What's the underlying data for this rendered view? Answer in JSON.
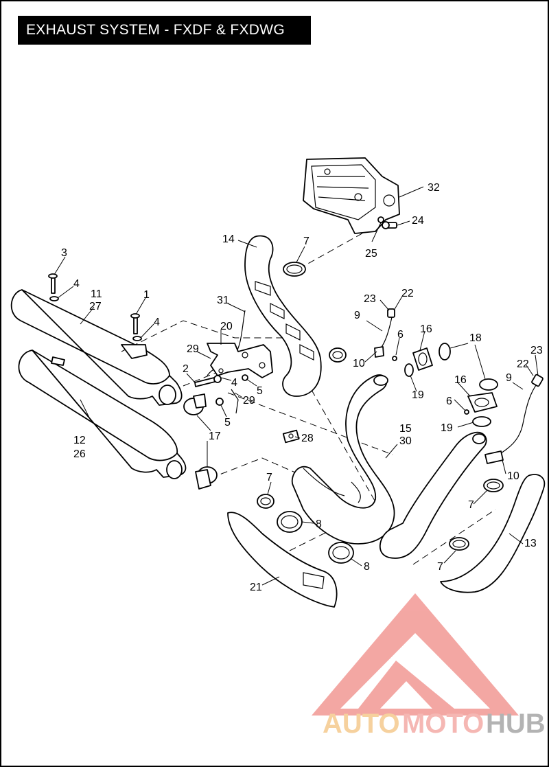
{
  "title": "EXHAUST SYSTEM - FXDF & FXDWG",
  "callouts": [
    "32",
    "24",
    "25",
    "14",
    "7",
    "3",
    "4",
    "11",
    "27",
    "1",
    "4",
    "31",
    "20",
    "29",
    "23",
    "22",
    "9",
    "6",
    "16",
    "18",
    "10",
    "19",
    "23",
    "22",
    "9",
    "2",
    "4",
    "5",
    "29",
    "5",
    "16",
    "6",
    "19",
    "17",
    "12",
    "26",
    "28",
    "15",
    "30",
    "7",
    "8",
    "10",
    "7",
    "8",
    "13",
    "7",
    "21"
  ],
  "watermark": {
    "part1": "AUTO",
    "part2": "MOTO",
    "part3": "HUB",
    "colors": {
      "auto": "#f3c27e",
      "moto": "#f2a09a",
      "hub": "#9a9a9a",
      "triangle": "#f08a85"
    }
  }
}
